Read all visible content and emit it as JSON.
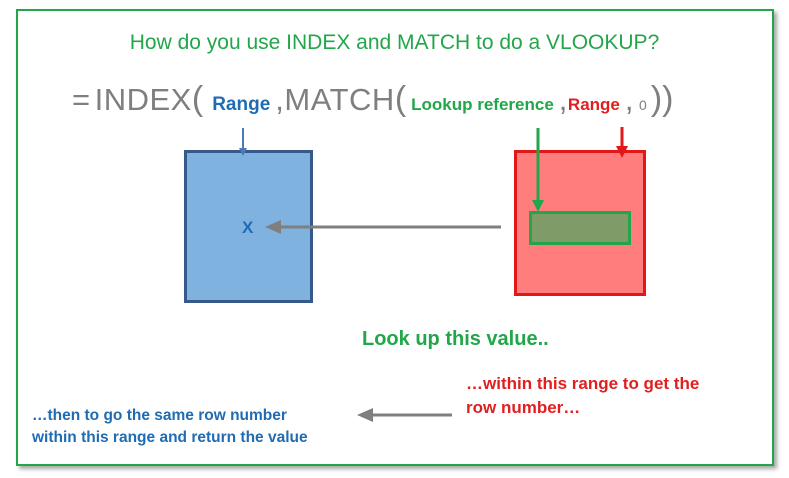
{
  "title": "How do you use INDEX and MATCH  to do a VLOOKUP?",
  "formula": {
    "equals": "=",
    "index_fn": "INDEX",
    "open_paren": "(",
    "range1": "Range",
    "comma1": ",",
    "match_fn": "MATCH",
    "lookup_ref": "Lookup reference",
    "comma2": ",",
    "range2": "Range",
    "comma3": ",",
    "zero": "0",
    "close_parens": "))"
  },
  "result_marker": "X",
  "labels": {
    "lookup_value": "Look up this value..",
    "within_range_line1": "…within this range to get the",
    "within_range_line2": "row number…",
    "then_line1": "…then to go the same row number",
    "then_line2": "within this range and return the value"
  },
  "colors": {
    "green": "#22a64a",
    "blue": "#1f6cb3",
    "red": "#e02020",
    "gray": "#7f7f7f",
    "blue_fill": "#7fb2de",
    "red_fill": "#ff7d7d",
    "green_fill": "#7e9b68"
  }
}
